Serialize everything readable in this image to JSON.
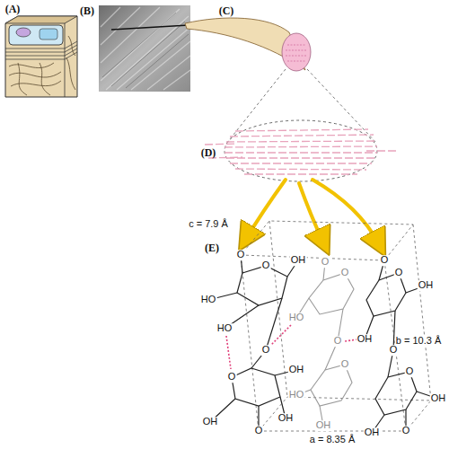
{
  "diagram": {
    "labels": [
      "(A)",
      "(B)",
      "(C)",
      "(D)",
      "c = 7.9 Å",
      "(E)",
      "b = 10.3 Å",
      "a = 8.35 Å",
      "O",
      "O",
      "OH",
      "HO",
      "HO",
      "O",
      "O",
      "OH",
      "OH",
      "OH",
      "O",
      "O",
      "O",
      "HO",
      "O",
      "O",
      "HO",
      "OH",
      "O",
      "O",
      "OH",
      "OH",
      "O",
      "O",
      "OH",
      "O",
      "OH"
    ]
  }
}
